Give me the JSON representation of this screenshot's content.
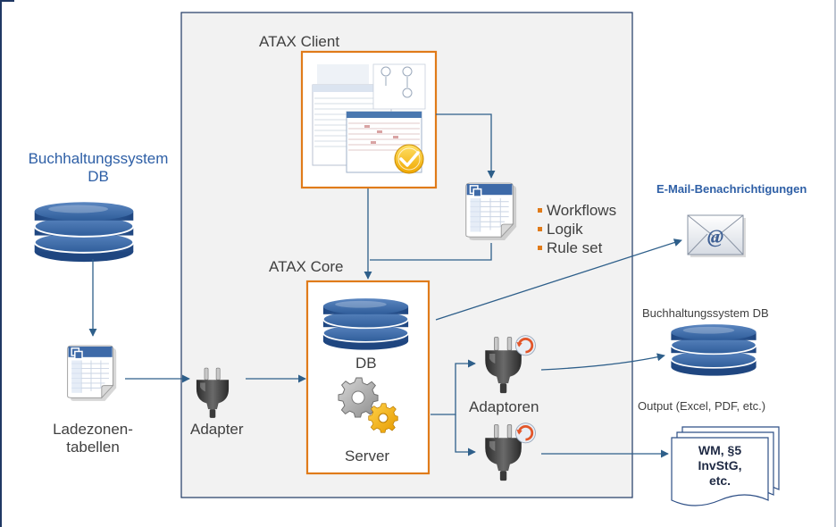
{
  "labels": {
    "atax_client": "ATAX Client",
    "atax_core": "ATAX Core",
    "source_system_line1": "Buchhaltungssystem",
    "source_system_line2": "DB",
    "staging_line1": "Ladezonen-",
    "staging_line2": "tabellen",
    "adapter": "Adapter",
    "db": "DB",
    "server": "Server",
    "adaptors": "Adaptoren",
    "email_notifications": "E-Mail-Benachrichtigungen",
    "target_system": "Buchhaltungssystem DB",
    "output": "Output (Excel, PDF, etc.)",
    "report_line1": "WM, §5",
    "report_line2": "InvStG,",
    "report_line3": "etc."
  },
  "rules_list": [
    "Workflows",
    "Logik",
    "Rule set"
  ],
  "email_icon_glyph": "@",
  "icons": {
    "database": "database-icon",
    "spreadsheet": "spreadsheet-icon",
    "plug": "plug-icon",
    "gears": "gears-icon",
    "envelope": "envelope-icon",
    "documents": "documents-icon",
    "checkmark": "checkmark-icon"
  },
  "colors": {
    "frame_border": "#1f3864",
    "panel_fill": "#f2f2f2",
    "orange_box": "#e07b1a",
    "arrow": "#2e5f8a",
    "db_blue": "#2f5d9a",
    "label_blue": "#2e5fa6",
    "text_gray": "#404040",
    "bullet_orange": "#e07b1a"
  }
}
